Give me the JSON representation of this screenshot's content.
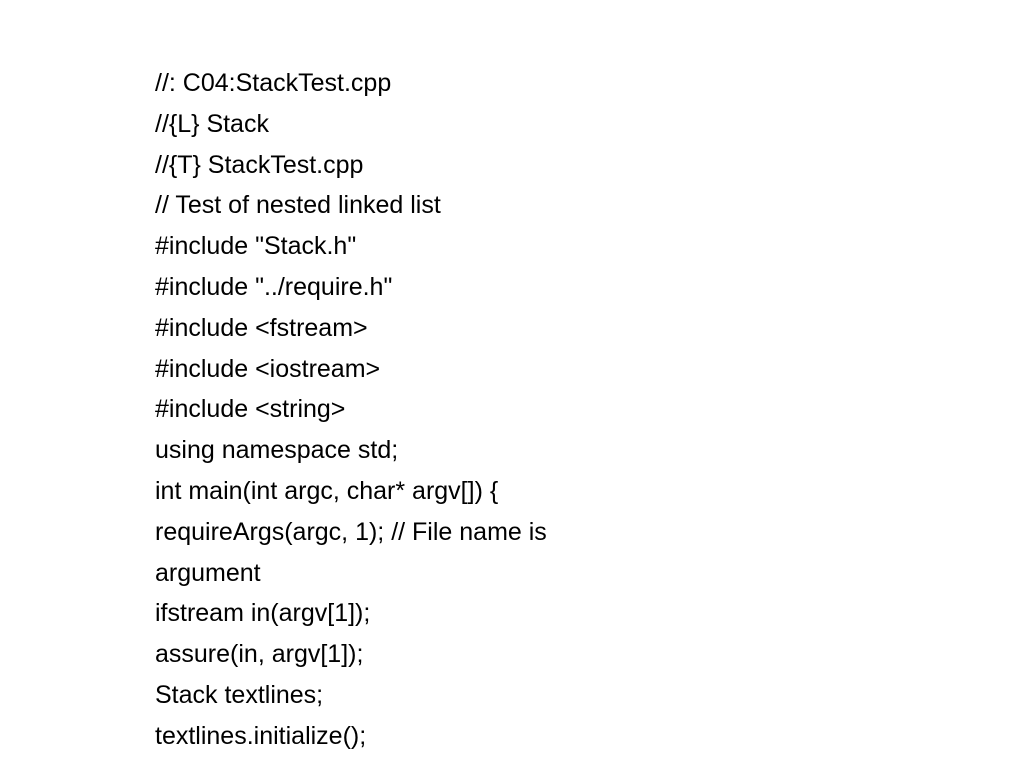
{
  "lines": [
    "//: C04:StackTest.cpp",
    "//{L} Stack",
    "//{T} StackTest.cpp",
    "// Test of nested linked list",
    "#include \"Stack.h\"",
    "#include \"../require.h\"",
    "#include <fstream>",
    "#include <iostream>",
    "#include <string>",
    "using namespace std;",
    "int main(int argc, char* argv[]) {",
    "requireArgs(argc, 1); // File name is",
    "argument",
    "ifstream in(argv[1]);",
    "assure(in, argv[1]);",
    "Stack textlines;",
    "textlines.initialize();"
  ]
}
